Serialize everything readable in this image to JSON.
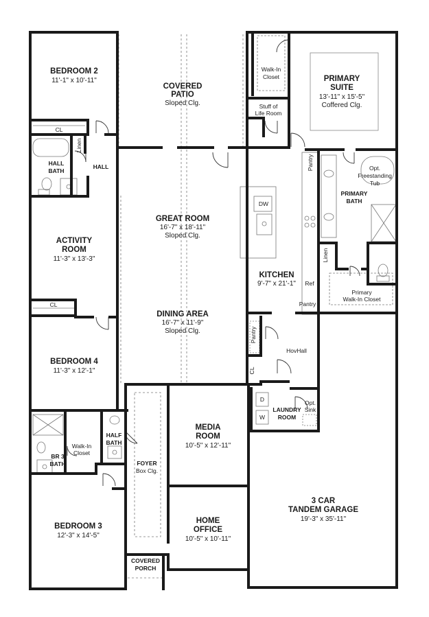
{
  "rooms": {
    "bedroom2": {
      "name": "BEDROOM 2",
      "size": "11'-1\" x 10'-11\""
    },
    "covered_patio": {
      "name1": "COVERED",
      "name2": "PATIO",
      "note": "Sloped Clg."
    },
    "walkin_closet_top": {
      "line1": "Walk-In",
      "line2": "Closet"
    },
    "primary_suite": {
      "name1": "PRIMARY",
      "name2": "SUITE",
      "size": "13'-11\" x 15'-5\"",
      "note": "Coffered Clg."
    },
    "stuff_of_life": {
      "line1": "Stuff of",
      "line2": "Life Room"
    },
    "cl_bed2": "CL",
    "linen_hall": "Linen",
    "hall_bath": {
      "line1": "HALL",
      "line2": "BATH"
    },
    "hall": "HALL",
    "great_room": {
      "name": "GREAT ROOM",
      "size": "16'-7\" x 18'-11\"",
      "note": "Sloped Clg."
    },
    "dw": "DW",
    "pantry_top": "Pantry",
    "freestanding_tub": {
      "line1": "Opt.",
      "line2": "Freestanding",
      "line3": "Tub"
    },
    "primary_bath": {
      "line1": "PRIMARY",
      "line2": "BATH"
    },
    "activity_room": {
      "line1": "ACTIVITY",
      "line2": "ROOM",
      "size": "11'-3\" x 13'-3\""
    },
    "linen_bath": "Linen",
    "kitchen": {
      "name": "KITCHEN",
      "size": "9'-7\" x 21'-1\""
    },
    "ref": "Ref",
    "pantry_kitchen": "Pantry",
    "primary_walkin": {
      "line1": "Primary",
      "line2": "Walk-In Closet"
    },
    "cl_activity": "CL",
    "dining_area": {
      "name": "DINING AREA",
      "size": "16'-7\" x 11'-9\"",
      "note": "Sloped Clg."
    },
    "pantry_side": "Pantry",
    "hovhall": "HovHall",
    "cl_side": "CL",
    "bedroom4": {
      "name": "BEDROOM 4",
      "size": "11'-3\" x 12'-1\""
    },
    "garage": {
      "line1": "3 CAR",
      "line2": "TANDEM GARAGE",
      "size": "19'-3\" x 35'-11\""
    },
    "laundry": {
      "line1": "LAUNDRY",
      "line2": "ROOM",
      "d": "D",
      "w": "W"
    },
    "opt_sink": {
      "line1": "Opt.",
      "line2": "Sink"
    },
    "media_room": {
      "line1": "MEDIA",
      "line2": "ROOM",
      "size": "10'-5\" x 12'-11\""
    },
    "walkin_closet_br3": {
      "line1": "Walk-In",
      "line2": "Closet"
    },
    "half_bath": {
      "line1": "HALF",
      "line2": "BATH"
    },
    "br3_bath": {
      "line1": "BR 3",
      "line2": "BATH"
    },
    "foyer": {
      "name": "FOYER",
      "note": "Box Clg."
    },
    "bedroom3": {
      "name": "BEDROOM 3",
      "size": "12'-3\" x 14'-5\""
    },
    "home_office": {
      "line1": "HOME",
      "line2": "OFFICE",
      "size": "10'-5\" x 10'-11\""
    },
    "covered_porch": {
      "line1": "COVERED",
      "line2": "PORCH"
    }
  }
}
